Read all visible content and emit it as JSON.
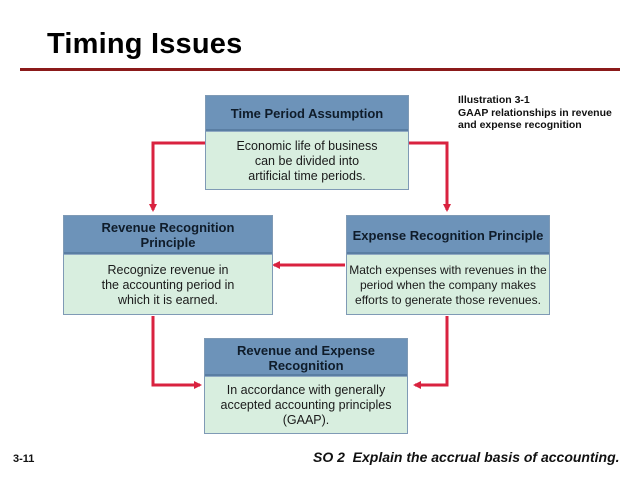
{
  "slide": {
    "title": "Timing Issues",
    "illustration_caption": [
      "Illustration 3-1",
      "GAAP relationships in revenue",
      "and expense recognition"
    ],
    "page_number": "3-11",
    "study_objective": "SO 2  Explain the accrual basis of accounting."
  },
  "diagram": {
    "time_period": {
      "header": "Time Period Assumption",
      "body": "Economic life of business\ncan be divided into\nartificial time periods."
    },
    "revenue_recognition": {
      "header": "Revenue Recognition\nPrinciple",
      "body": "Recognize revenue  in\nthe accounting period in\nwhich it is earned."
    },
    "expense_recognition": {
      "header": "Expense Recognition Principle",
      "body": "Match expenses with revenues in the\nperiod when the company makes\nefforts to generate those revenues."
    },
    "revenue_and_expense": {
      "header": "Revenue and Expense\nRecognition",
      "body": "In accordance with generally\naccepted accounting principles\n(GAAP)."
    },
    "colors": {
      "arrow": "#d9223f",
      "header_fill": "#6d93b9",
      "body_fill": "#d8eedf",
      "title_rule": "#8b1a1a"
    }
  }
}
